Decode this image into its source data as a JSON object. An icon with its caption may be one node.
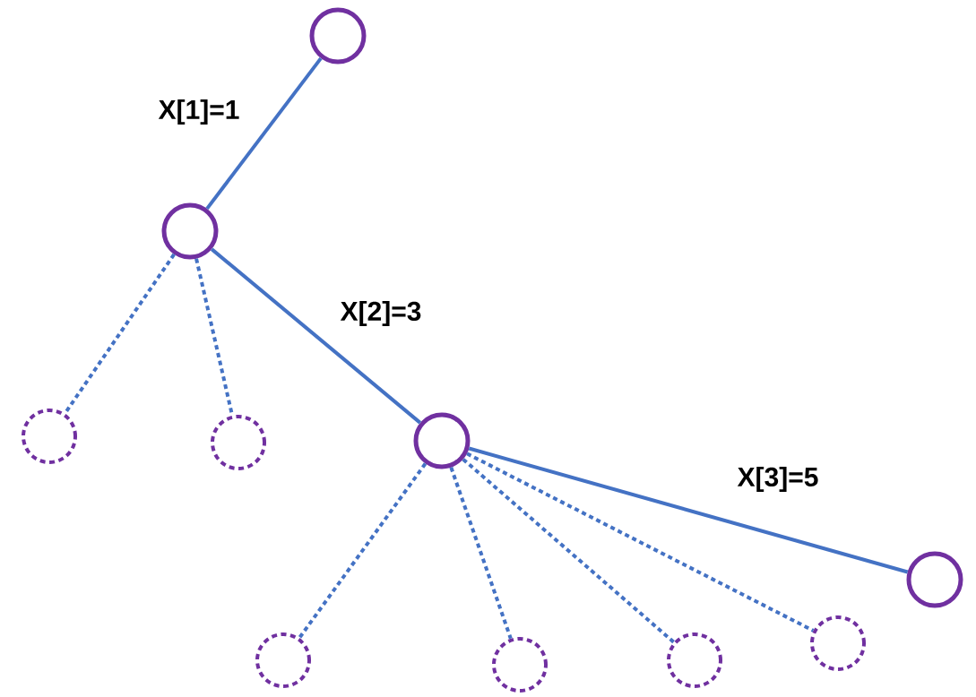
{
  "diagram": {
    "nodes": [
      {
        "text": [],
        "shape": "circle"
      },
      {
        "text": [],
        "shape": "circle"
      },
      {
        "text": [],
        "shape": "circle"
      },
      {
        "text": [],
        "shape": "circle"
      },
      {
        "text": [],
        "shape": "circle"
      },
      {
        "text": [],
        "shape": "circle"
      },
      {
        "text": [],
        "shape": "circle"
      },
      {
        "text": [],
        "shape": "circle"
      },
      {
        "text": [],
        "shape": "circle"
      },
      {
        "text": [],
        "shape": "circle"
      }
    ],
    "edges": [
      {
        "from": 0,
        "to": 1,
        "arrow": "none",
        "label": "X[1]=1"
      },
      {
        "from": 1,
        "to": 2,
        "arrow": "none",
        "style": "dashed"
      },
      {
        "from": 1,
        "to": 3,
        "arrow": "none",
        "style": "dashed"
      },
      {
        "from": 1,
        "to": 4,
        "arrow": "none",
        "label": "X[2]=3"
      },
      {
        "from": 4,
        "to": 5,
        "arrow": "none",
        "label": "X[3]=5"
      },
      {
        "from": 4,
        "to": 6,
        "arrow": "none",
        "style": "dashed"
      },
      {
        "from": 4,
        "to": 7,
        "arrow": "none",
        "style": "dashed"
      },
      {
        "from": 4,
        "to": 8,
        "arrow": "none",
        "style": "dashed"
      },
      {
        "from": 4,
        "to": 9,
        "arrow": "none",
        "style": "dashed"
      }
    ]
  }
}
